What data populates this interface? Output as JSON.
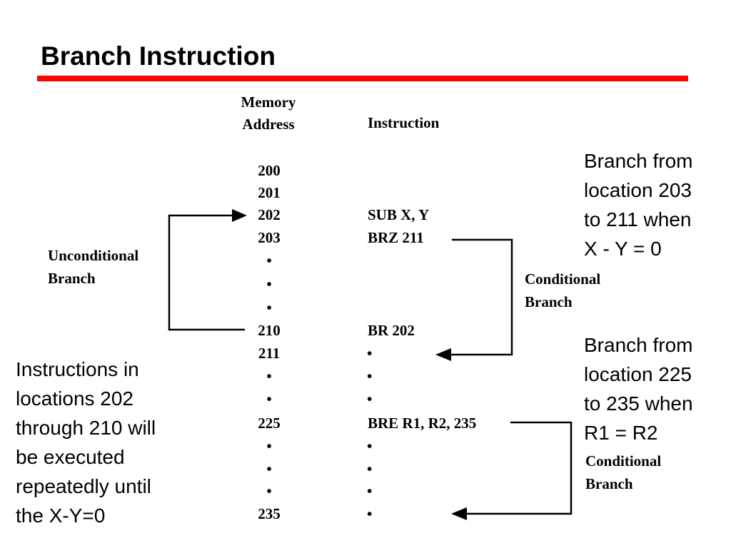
{
  "title": "Branch Instruction",
  "colors": {
    "rule": "#ff0000",
    "text": "#000000",
    "background": "#ffffff"
  },
  "headers": {
    "memory_line1": "Memory",
    "memory_line2": "Address",
    "instruction": "Instruction"
  },
  "rows": [
    {
      "address": "200",
      "instruction": ""
    },
    {
      "address": "201",
      "instruction": ""
    },
    {
      "address": "202",
      "instruction": "SUB X, Y"
    },
    {
      "address": "203",
      "instruction": "BRZ 211"
    },
    {
      "address": "•",
      "instruction": ""
    },
    {
      "address": "•",
      "instruction": ""
    },
    {
      "address": "•",
      "instruction": ""
    },
    {
      "address": "210",
      "instruction": "BR 202"
    },
    {
      "address": "211",
      "instruction": "•"
    },
    {
      "address": "•",
      "instruction": "•"
    },
    {
      "address": "•",
      "instruction": "•"
    },
    {
      "address": "225",
      "instruction": "BRE R1, R2, 235"
    },
    {
      "address": "•",
      "instruction": "•"
    },
    {
      "address": "•",
      "instruction": "•"
    },
    {
      "address": "•",
      "instruction": "•"
    },
    {
      "address": "235",
      "instruction": "•"
    }
  ],
  "labels": {
    "unconditional_line1": "Unconditional",
    "unconditional_line2": "Branch",
    "conditional1_line1": "Conditional",
    "conditional1_line2": "Branch",
    "conditional2_line1": "Conditional",
    "conditional2_line2": "Branch"
  },
  "notes": {
    "branch_203_211": "Branch from\nlocation 203\nto 211 when\nX - Y = 0",
    "branch_225_235": "Branch from\nlocation 225\nto 235 when\nR1 = R2",
    "loop_explanation": "Instructions in\nlocations 202\nthrough 210 will\nbe executed\nrepeatedly until\nthe X-Y=0"
  }
}
